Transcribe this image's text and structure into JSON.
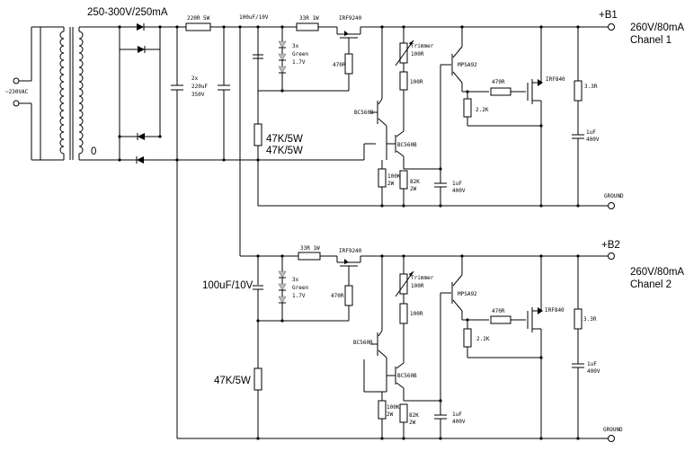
{
  "transformer": {
    "rating": "250-300V/250mA",
    "input": "~230VAC",
    "tap": "0"
  },
  "ch1": {
    "resistor_220r": "220R 5W",
    "cap_100u": "100uF/10V",
    "res_33r": "33R 1W",
    "mosfet_top": "IRF9240",
    "trimmer": "Trimmer",
    "trimmer_val": "100R",
    "q_mpsa": "MPSA92",
    "leds": [
      "3x",
      "Green",
      "1.7V"
    ],
    "res_470_gate": "470R",
    "res_100r": "100R",
    "res_470_out": "470R",
    "mosfet_out": "IRF840",
    "res_3r3": "3.3R",
    "caps_main": [
      "2x",
      "220uF",
      "350V"
    ],
    "res_47k_a": "47K/5W",
    "res_47k_b": "47K/5W",
    "bc_upper": "BC560B",
    "bc_lower": "BC560B",
    "res_2k2": "2.2K",
    "res_100k": [
      "100K",
      "2W"
    ],
    "res_82k": [
      "82K",
      "2W"
    ],
    "cap_1u_a": [
      "1uF",
      "400V"
    ],
    "cap_1u_b": [
      "1uF",
      "400V"
    ],
    "rail": "+B1",
    "spec": "260V/80mA",
    "name": "Chanel 1",
    "ground": "GROUND"
  },
  "ch2": {
    "res_33r": "33R 1W",
    "mosfet_top": "IRF9240",
    "cap_100u": "100uF/10V",
    "leds": [
      "3x",
      "Green",
      "1.7V"
    ],
    "res_470_gate": "470R",
    "trimmer": "Trimmer",
    "trimmer_val": "100R",
    "q_mpsa": "MPSA92",
    "res_100r": "100R",
    "res_470_out": "470R",
    "mosfet_out": "IRF840",
    "res_3r3": "3.3R",
    "res_47k": "47K/5W",
    "bc_upper": "BC560B",
    "bc_lower": "BC560B",
    "res_2k2": "2.2K",
    "res_100k": [
      "100K",
      "2W"
    ],
    "res_82k": [
      "82K",
      "2W"
    ],
    "cap_1u_a": [
      "1uF",
      "400V"
    ],
    "cap_1u_b": [
      "1uF",
      "400V"
    ],
    "rail": "+B2",
    "spec": "260V/80mA",
    "name": "Chanel 2",
    "ground": "GROUND"
  }
}
